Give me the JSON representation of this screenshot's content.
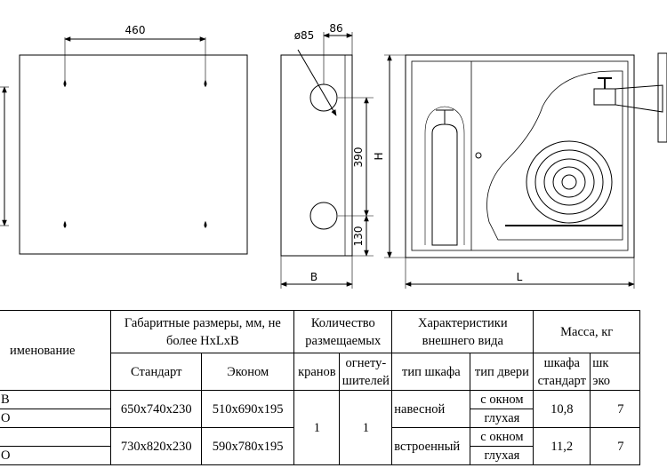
{
  "drawing": {
    "dim_width_front": "460",
    "dim_diameter": "ø85",
    "dim_depth_top": "86",
    "dim_hole_spacing": "390",
    "dim_hole_bottom": "130",
    "label_height": "H",
    "label_depth": "B",
    "label_length": "L"
  },
  "table": {
    "header": {
      "name": "именование",
      "dimensions_line1": "Габаритные размеры, мм, не",
      "dimensions_line2": "более HxLxB",
      "standard": "Стандарт",
      "economy": "Эконом",
      "quantity_line1": "Количество",
      "quantity_line2": "размещаемых",
      "cranes": "кранов",
      "extinguishers_line1": "огнету-",
      "extinguishers_line2": "шителей",
      "appearance_line1": "Характеристики",
      "appearance_line2": "внешнего вида",
      "cabinet_type": "тип шкафа",
      "door_type": "тип двери",
      "mass": "Масса, кг",
      "mass_cabinet_line1": "шкафа",
      "mass_cabinet_line2": "стандарт",
      "mass_cabinet2_line1": "шк",
      "mass_cabinet2_line2": "эко"
    },
    "rows": [
      {
        "name_a": "В",
        "name_b": "О",
        "standard": "650x740x230",
        "economy": "510x690x195",
        "cabinet_type": "навесной",
        "door_a": "с окном",
        "door_b": "глухая",
        "mass_standard": "10,8",
        "mass_economy": "7"
      },
      {
        "name_a": "",
        "name_b": "О",
        "standard": "730x820x230",
        "economy": "590x780x195",
        "cabinet_type": "встроенный",
        "door_a": "с окном",
        "door_b": "глухая",
        "mass_standard": "11,2",
        "mass_economy": "7"
      }
    ],
    "cranes_count": "1",
    "extinguishers_count": "1"
  }
}
